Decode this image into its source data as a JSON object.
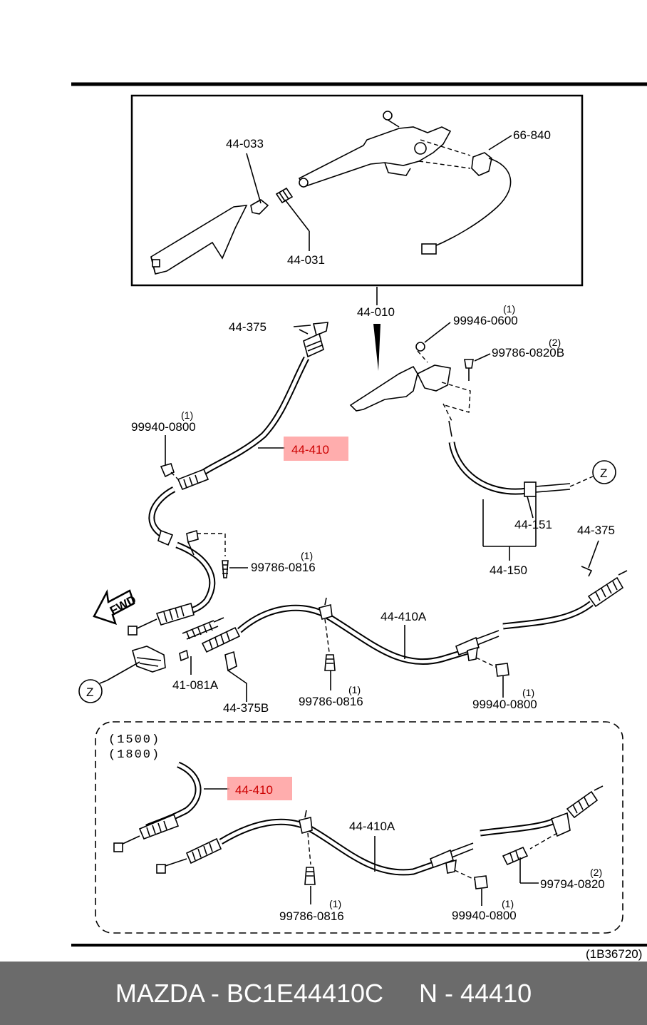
{
  "callouts": {
    "lever_handle_grip": "44-033",
    "lever_spring": "44-031",
    "lever_assy": "44-010",
    "switch": "66-840",
    "end_clip_top": "44-375",
    "front_cable_hl": "44-410",
    "nut_left_top": "99940-0800",
    "nut_left_top_qty": "(1)",
    "bolt_left_mid": "99786-0816",
    "bolt_left_mid_qty": "(1)",
    "nut_right_top": "99946-0600",
    "nut_right_top_qty": "(1)",
    "bolt_right_top": "99786-0820B",
    "bolt_right_top_qty": "(2)",
    "cable_ref_z_top": "Z",
    "cable_151": "44-151",
    "cable_150": "44-150",
    "end_clip_right": "44-375",
    "fwd": "FWD",
    "rear_cable_a": "44-410A",
    "spring_081": "41-081A",
    "clip_375b": "44-375B",
    "bolt_bottom_mid": "99786-0816",
    "bolt_bottom_mid_qty": "(1)",
    "nut_bottom_right": "99940-0800",
    "nut_bottom_right_qty": "(1)",
    "cable_ref_z_bottom": "Z",
    "variant_note_1": "(1500)",
    "variant_note_2": "(1800)",
    "variant_cable_hl": "44-410",
    "variant_cable_a": "44-410A",
    "variant_bolt_left": "99786-0816",
    "variant_bolt_left_qty": "(1)",
    "variant_nut": "99940-0800",
    "variant_nut_qty": "(1)",
    "variant_bolt_right": "99794-0820",
    "variant_bolt_right_qty": "(2)",
    "diagram_ref": "(1B36720)"
  },
  "highlight_color": "#ff9999",
  "footer": {
    "text": "MAZDA - BC1E44410C     N - 44410"
  }
}
